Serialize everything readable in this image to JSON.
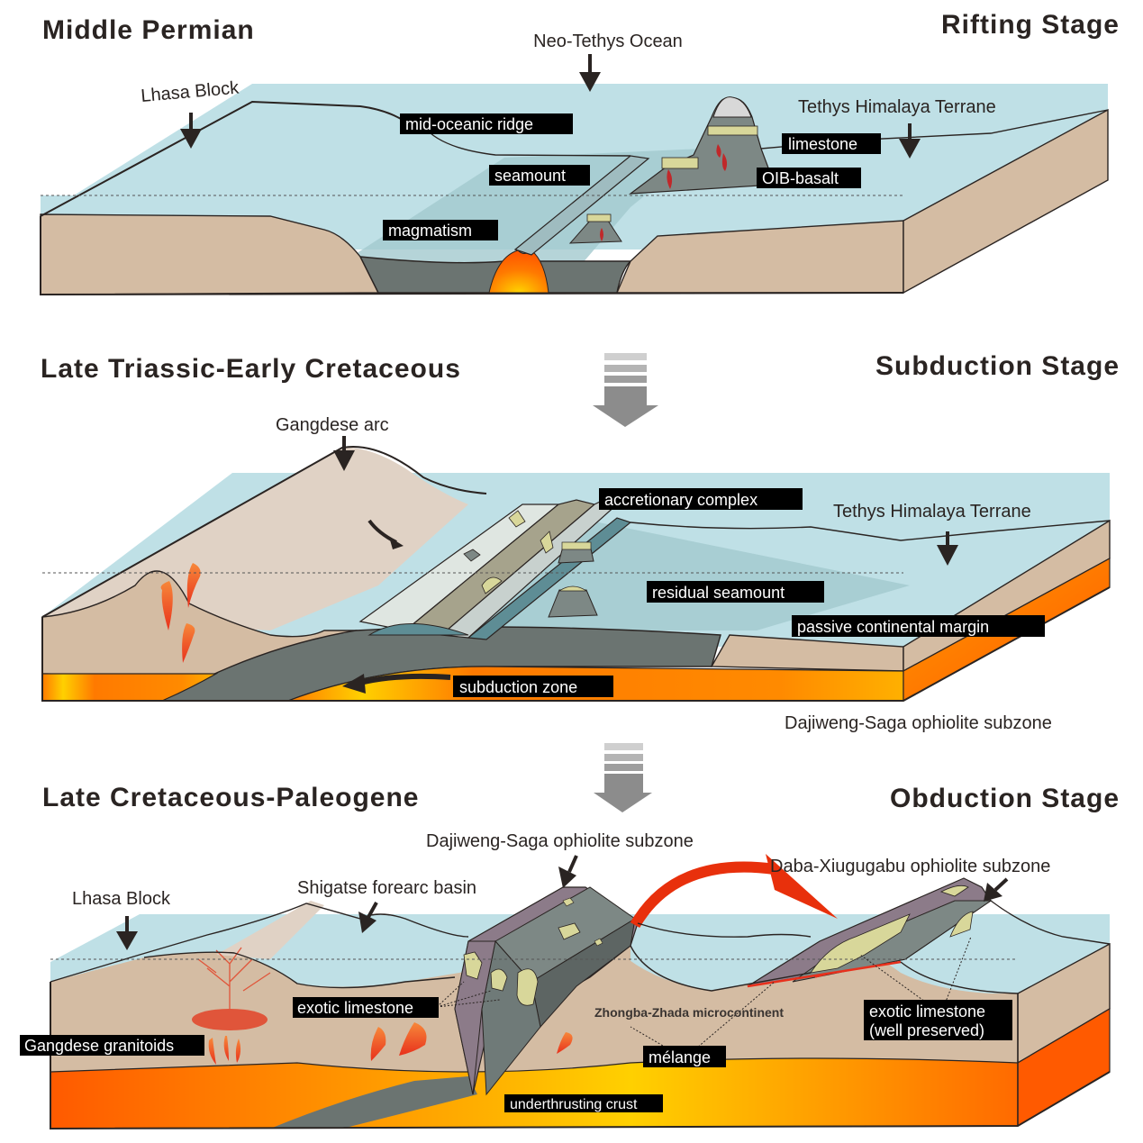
{
  "panels": [
    {
      "period": "Middle Permian",
      "stage": "Rifting Stage",
      "labels": {
        "neo_tethys": "Neo-Tethys Ocean",
        "lhasa_block": "Lhasa Block",
        "tethys_himalaya": "Tethys Himalaya Terrane",
        "mid_oceanic_ridge": "mid-oceanic ridge",
        "seamount": "seamount",
        "magmatism": "magmatism",
        "limestone": "limestone",
        "oib_basalt": "OIB-basalt"
      }
    },
    {
      "period": "Late Triassic-Early Cretaceous",
      "stage": "Subduction Stage",
      "labels": {
        "gangdese_arc": "Gangdese arc",
        "accretionary_complex": "accretionary complex",
        "tethys_himalaya": "Tethys Himalaya Terrane",
        "residual_seamount": "residual seamount",
        "passive_margin": "passive continental margin",
        "subduction_zone": "subduction zone",
        "dajiweng_saga": "Dajiweng-Saga ophiolite subzone"
      }
    },
    {
      "period": "Late Cretaceous-Paleogene",
      "stage": "Obduction Stage",
      "labels": {
        "dajiweng_saga": "Dajiweng-Saga ophiolite subzone",
        "daba_xiugugabu": "Daba-Xiugugabu ophiolite subzone",
        "lhasa_block": "Lhasa Block",
        "shigatse": "Shigatse forearc basin",
        "exotic_limestone": "exotic limestone",
        "gangdese_granitoids": "Gangdese granitoids",
        "zhongba_zhada": "Zhongba-Zhada microcontinent",
        "melange": "mélange",
        "underthrusting_crust": "underthrusting crust",
        "exotic_limestone_wp_1": "exotic limestone",
        "exotic_limestone_wp_2": "(well preserved)"
      }
    }
  ],
  "colors": {
    "sea": "#bfe0e6",
    "sea_shade": "#a3c9ce",
    "crust": "#d4bca3",
    "crust_light": "#e0d2c5",
    "oceanic": "#6b7471",
    "magma_hot": "#ff6a00",
    "magma_core": "#ffd400",
    "ophiolite_purple": "#8c7b89",
    "ophiolite_gray": "#7d8885",
    "limestone": "#d8d79a",
    "red_arrow": "#e8300c",
    "stage_arrow": "#8c8c8c"
  }
}
